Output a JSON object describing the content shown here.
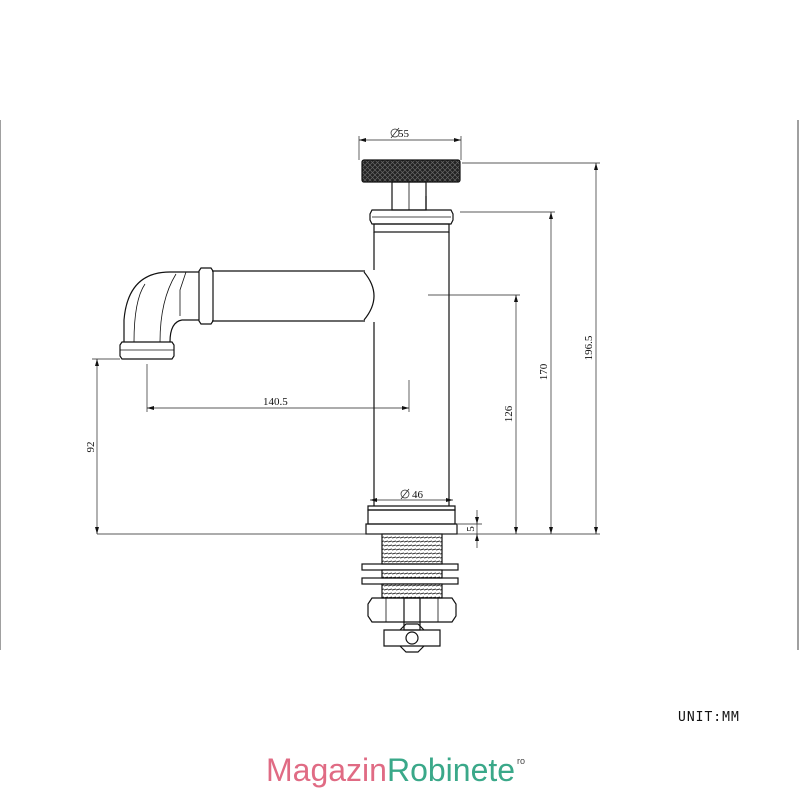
{
  "dimensions": {
    "handle_diameter": "55",
    "body_diameter": "46",
    "spout_reach": "140.5",
    "spout_height": "92",
    "inner_height": "126",
    "body_height": "170",
    "total_height": "196.5",
    "base_height": "5"
  },
  "unit_label": "UNIT:MM",
  "logo": {
    "part1": "Magazin",
    "part2": "Robinete",
    "suffix": "ro"
  },
  "colors": {
    "logo_pink": "#e06b84",
    "logo_green": "#3aa889"
  }
}
